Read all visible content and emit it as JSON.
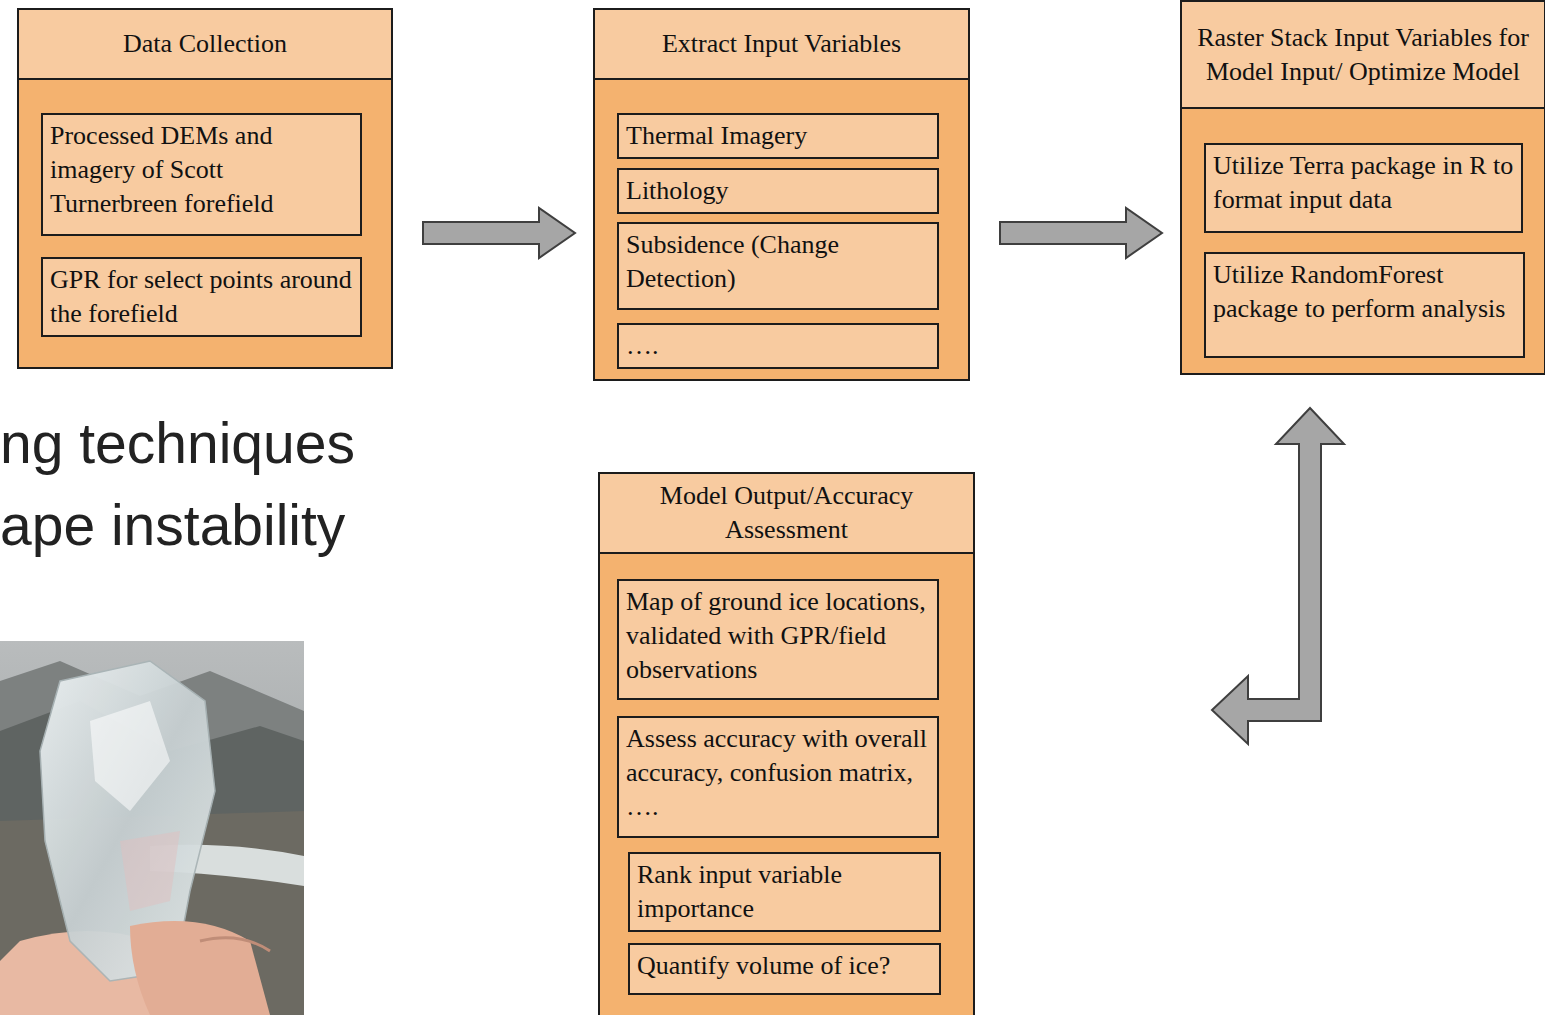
{
  "diagram": {
    "nodes": [
      {
        "text": [
          "Data Collection"
        ]
      },
      {
        "text": [
          "Processed DEMs and imagery of Scott Turnerbreen forefield"
        ],
        "in": 0
      },
      {
        "text": [
          "GPR for select points around the forefield"
        ],
        "in": 0
      },
      {
        "text": [
          "Extract Input Variables"
        ]
      },
      {
        "text": [
          "Thermal Imagery"
        ],
        "in": 3
      },
      {
        "text": [
          "Lithology"
        ],
        "in": 3
      },
      {
        "text": [
          "Subsidence (Change Detection)"
        ],
        "in": 3
      },
      {
        "text": [
          "…."
        ],
        "in": 3
      },
      {
        "text": [
          "Raster Stack Input Variables for Model Input/ Optimize Model"
        ]
      },
      {
        "text": [
          "Utilize Terra package in R to format input data"
        ],
        "in": 8
      },
      {
        "text": [
          "Utilize RandomForest package to perform analysis"
        ],
        "in": 8
      },
      {
        "text": [
          "Model Output/Accuracy Assessment"
        ]
      },
      {
        "text": [
          "Map of ground ice locations, validated with GPR/field observations"
        ],
        "in": 11
      },
      {
        "text": [
          "Assess accuracy with overall accuracy, confusion matrix, …."
        ],
        "in": 11
      },
      {
        "text": [
          "Rank input variable importance"
        ],
        "in": 11
      },
      {
        "text": [
          "Quantify volume of ice?"
        ],
        "in": 11
      }
    ],
    "edges": [
      {
        "from": 0,
        "to": 3,
        "arrow": "to"
      },
      {
        "from": 3,
        "to": 8,
        "arrow": "to"
      },
      {
        "from": 8,
        "to": 11,
        "arrow": "both"
      }
    ],
    "labels": [
      "ng techniques",
      "ape instability"
    ]
  }
}
